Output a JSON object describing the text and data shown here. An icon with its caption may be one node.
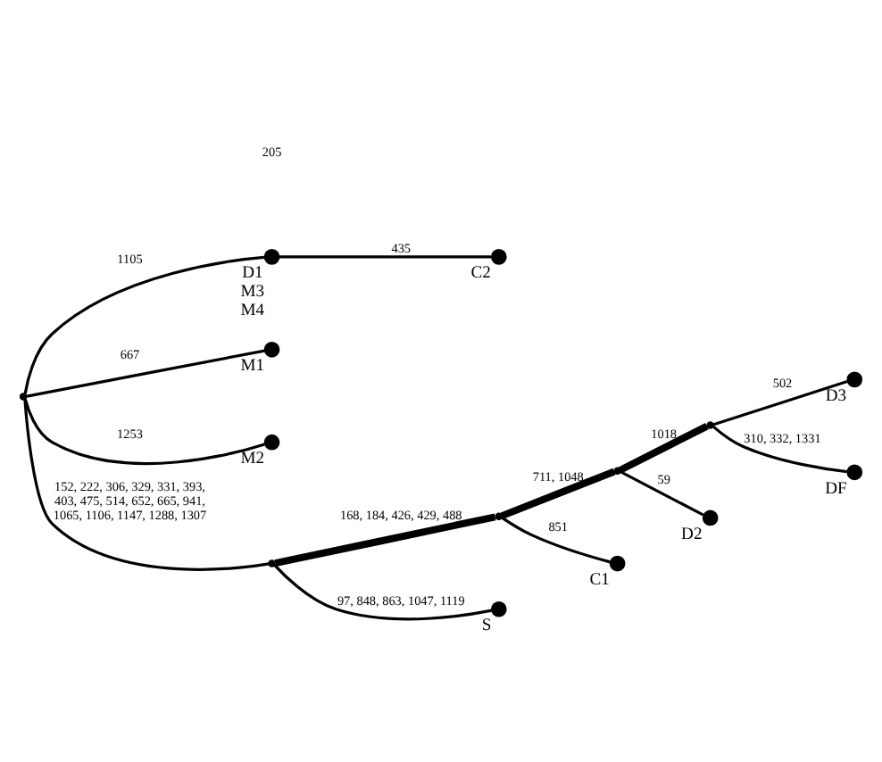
{
  "diagram": {
    "nodes": [
      {
        "text": [
          "C2"
        ]
      },
      {
        "text": [
          "D1",
          "M3",
          "M4"
        ]
      },
      {
        "text": [
          "M1"
        ]
      },
      {
        "text": [
          "M2"
        ]
      },
      {
        "text": [],
        "shape": "point"
      },
      {
        "text": [],
        "shape": "point"
      },
      {
        "text": [],
        "shape": "point"
      },
      {
        "text": [],
        "shape": "point"
      },
      {
        "text": [],
        "shape": "point"
      },
      {
        "text": [
          "C1"
        ]
      },
      {
        "text": [
          "D2"
        ]
      },
      {
        "text": [
          "D3"
        ]
      },
      {
        "text": [
          "DF"
        ]
      },
      {
        "text": [
          "S"
        ]
      }
    ],
    "edges": [
      {
        "from": 1,
        "to": 0,
        "arrow": "none",
        "label": "435"
      },
      {
        "from": 4,
        "to": 2,
        "arrow": "none",
        "label": "667"
      },
      {
        "from": 4,
        "to": 1,
        "arrow": "none",
        "label": "1105"
      },
      {
        "from": 4,
        "to": 3,
        "arrow": "none",
        "label": "1253"
      },
      {
        "from": 4,
        "to": 5,
        "arrow": "none",
        "label": "152, 222, 306, 329, 331, 393, 403, 475, 514, 652, 665, 941, 1065, 1106, 1147, 1288, 1307"
      },
      {
        "from": 5,
        "to": 6,
        "arrow": "none",
        "label": "168, 184, 426, 429, 488",
        "style": "thick"
      },
      {
        "from": 6,
        "to": 7,
        "arrow": "none",
        "label": "711, 1048",
        "style": "thick"
      },
      {
        "from": 7,
        "to": 8,
        "arrow": "none",
        "label": "1018",
        "style": "thick"
      },
      {
        "from": 6,
        "to": 9,
        "arrow": "none",
        "label": "851"
      },
      {
        "from": 7,
        "to": 10,
        "arrow": "none",
        "label": "59"
      },
      {
        "from": 8,
        "to": 11,
        "arrow": "none",
        "label": "502"
      },
      {
        "from": 8,
        "to": 12,
        "arrow": "none",
        "label": "310, 332, 1331"
      },
      {
        "from": 5,
        "to": 13,
        "arrow": "none",
        "label": "97, 848, 863, 1047, 1119"
      }
    ],
    "labels": [
      "205"
    ]
  }
}
